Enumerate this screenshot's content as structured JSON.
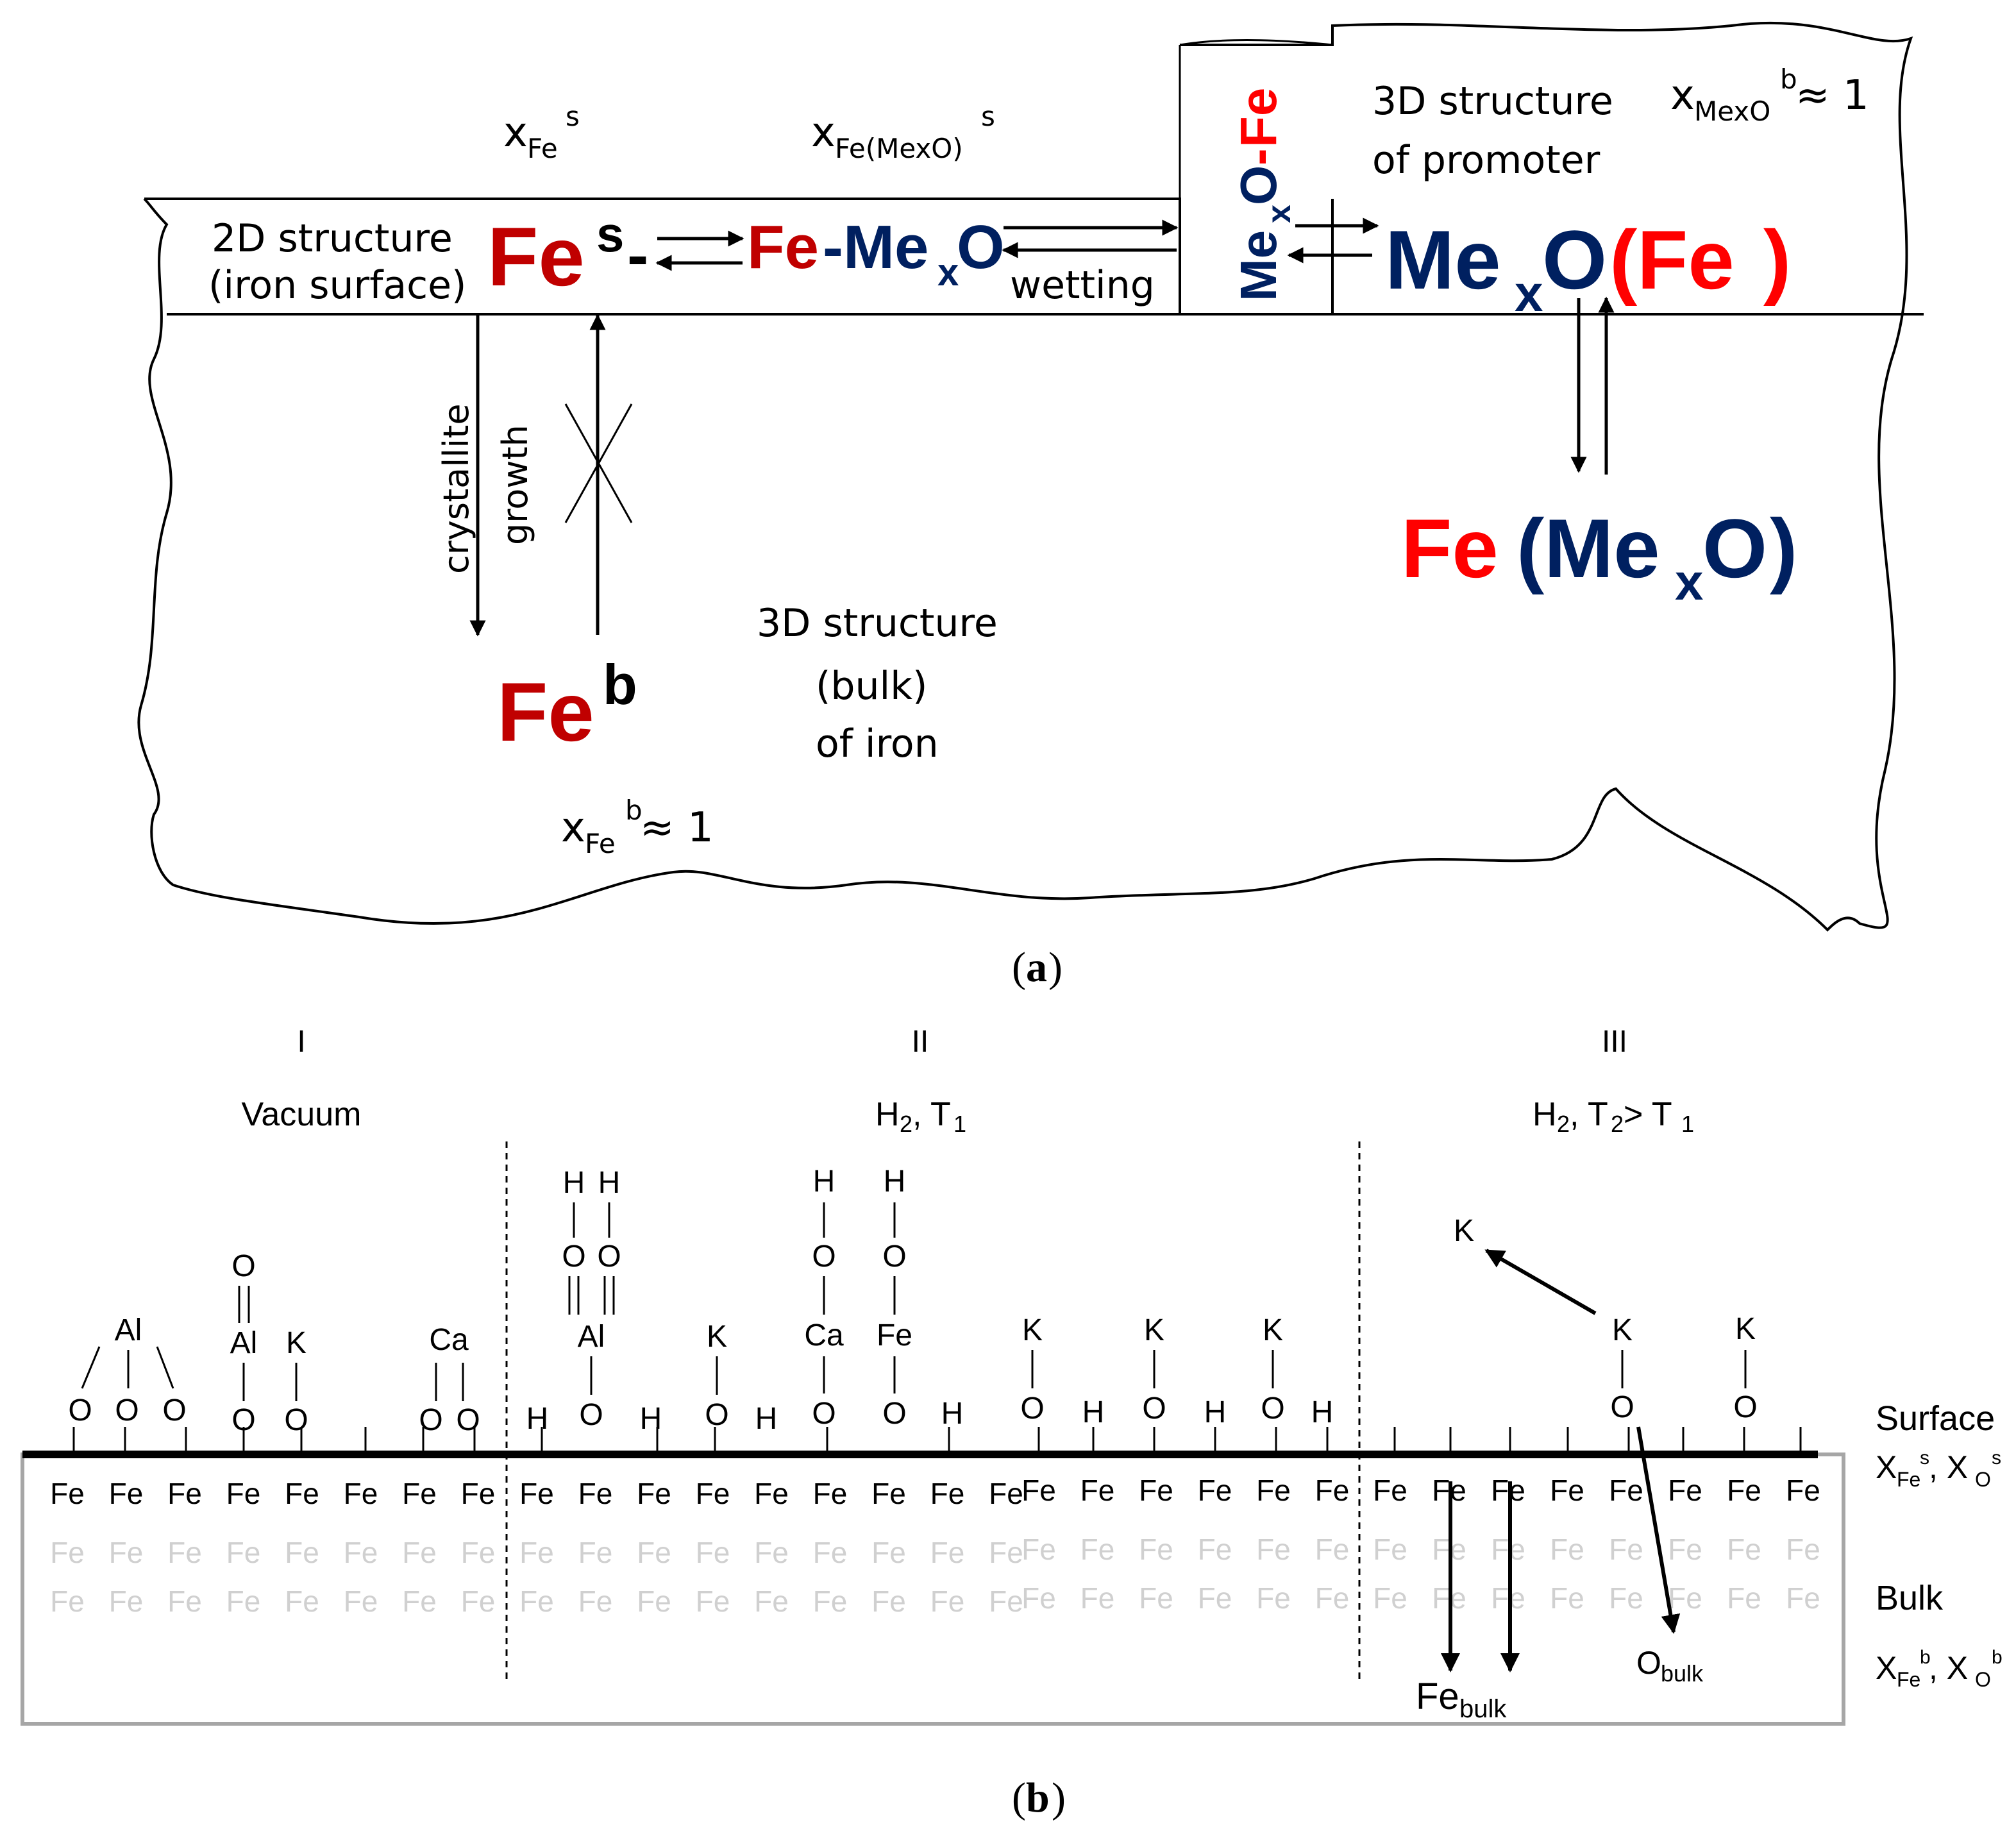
{
  "panel_a": {
    "caption_open": "(",
    "caption_letter": "a",
    "caption_close": ")",
    "surface_structure": [
      "2D structure",
      "(iron surface)"
    ],
    "bulk_structure": [
      "3D structure",
      "(bulk)",
      "of iron"
    ],
    "promoter_structure": [
      "3D structure",
      "of promoter"
    ],
    "x_fe_s": {
      "base": "x",
      "sub": "Fe",
      "sup": "s"
    },
    "x_fe_mexo_s": {
      "base": "x",
      "sub": "Fe(MexO)",
      "sup": "s"
    },
    "x_mexo_b": {
      "base": "x",
      "sub": "MexO",
      "sup": "b",
      "rest": " ≈ 1"
    },
    "x_fe_b": {
      "base": "x",
      "sub": "Fe",
      "sup": "b",
      "rest": " ≈ 1"
    },
    "fe_s": {
      "base": "Fe",
      "sup": "s",
      "dash": "-"
    },
    "fe_mexo": {
      "fe": "Fe",
      "dash": "-",
      "me": "Me",
      "x": "x",
      "o": "O"
    },
    "wetting": "wetting",
    "mexo_fe_vertical": {
      "me": "Me",
      "x": "x",
      "o": "O",
      "dash": "-",
      "fe": "Fe"
    },
    "mexo_fe_product": {
      "me": "Me",
      "x": "x",
      "o": "O",
      "open": "(",
      "fe": "Fe",
      "close": ")"
    },
    "fe_mexo_bulk": {
      "fe": "Fe",
      "open": "(",
      "me": "Me",
      "x": "x",
      "o": "O",
      "close": ")"
    },
    "crystallite": "crystallite",
    "growth": "growth",
    "fe_b": {
      "base": "Fe",
      "sup": "b"
    }
  },
  "panel_b": {
    "caption_open": "(",
    "caption_letter": "b",
    "caption_close": ")",
    "stages": [
      {
        "roman": "I",
        "condition": "Vacuum"
      },
      {
        "roman": "II",
        "condition_parts": [
          "H",
          "2",
          ", T",
          "1"
        ]
      },
      {
        "roman": "III",
        "condition_parts": [
          "H",
          "2",
          ", T",
          "2",
          " > T",
          "1"
        ]
      }
    ],
    "surface_label": "Surface",
    "surface_fractions": {
      "x": "X",
      "fe": "Fe",
      "s": "s",
      "comma": ", X",
      "o": "O",
      "s2": "s"
    },
    "bulk_label": "Bulk",
    "bulk_fractions": {
      "x": "X",
      "fe": "Fe",
      "b": "b",
      "comma": ", X",
      "o": "O",
      "b2": "b"
    },
    "fe_bulk": {
      "base": "Fe",
      "sub": "bulk"
    },
    "o_bulk": {
      "base": "O",
      "sub": "bulk"
    },
    "atoms": {
      "fe": "Fe",
      "o": "O",
      "h": "H",
      "k": "K",
      "al": "Al",
      "ca": "Ca"
    }
  },
  "colors": {
    "fe_red": "#c00000",
    "mexo_navy": "#002060",
    "fe_bright": "#ff0000",
    "bulk_gray": "#d0d0d0",
    "box_gray": "#a6a6a6"
  }
}
